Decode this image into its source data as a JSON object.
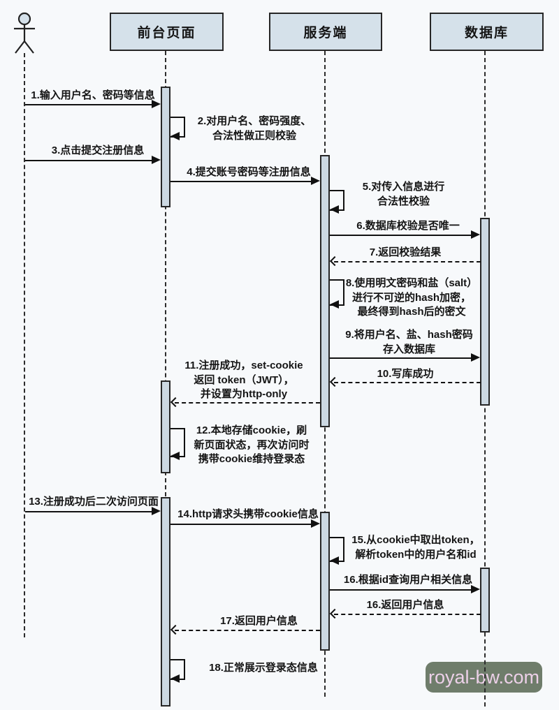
{
  "diagram": {
    "type": "uml-sequence",
    "participants": [
      {
        "id": "user",
        "kind": "actor",
        "label": ""
      },
      {
        "id": "frontend",
        "kind": "object",
        "label": "前台页面"
      },
      {
        "id": "server",
        "kind": "object",
        "label": "服务端"
      },
      {
        "id": "database",
        "kind": "object",
        "label": "数据库"
      }
    ],
    "messages": [
      {
        "num": "1",
        "from": "user",
        "to": "frontend",
        "style": "solid",
        "label": "1.输入用户名、密码等信息"
      },
      {
        "num": "2",
        "from": "frontend",
        "to": "frontend",
        "style": "self",
        "label": "2.对用户名、密码强度、\n合法性做正则校验"
      },
      {
        "num": "3",
        "from": "user",
        "to": "frontend",
        "style": "solid",
        "label": "3.点击提交注册信息"
      },
      {
        "num": "4",
        "from": "frontend",
        "to": "server",
        "style": "solid",
        "label": "4.提交账号密码等注册信息"
      },
      {
        "num": "5",
        "from": "server",
        "to": "server",
        "style": "self",
        "label": "5.对传入信息进行\n合法性校验"
      },
      {
        "num": "6",
        "from": "server",
        "to": "database",
        "style": "solid",
        "label": "6.数据库校验是否唯一"
      },
      {
        "num": "7",
        "from": "database",
        "to": "server",
        "style": "dashed",
        "label": "7.返回校验结果"
      },
      {
        "num": "8",
        "from": "server",
        "to": "server",
        "style": "self",
        "label": "8.使用明文密码和盐（salt）\n进行不可逆的hash加密，\n最终得到hash后的密文"
      },
      {
        "num": "9",
        "from": "server",
        "to": "database",
        "style": "solid",
        "label": "9.将用户名、盐、hash密码\n存入数据库"
      },
      {
        "num": "10",
        "from": "database",
        "to": "server",
        "style": "dashed",
        "label": "10.写库成功"
      },
      {
        "num": "11",
        "from": "server",
        "to": "frontend",
        "style": "dashed",
        "label": "11.注册成功，set-cookie\n返回 token（JWT），\n并设置为http-only"
      },
      {
        "num": "12",
        "from": "frontend",
        "to": "frontend",
        "style": "self",
        "label": "12.本地存储cookie，刷\n新页面状态，再次访问时\n携带cookie维持登录态"
      },
      {
        "num": "13",
        "from": "user",
        "to": "frontend",
        "style": "solid",
        "label": "13.注册成功后二次访问页面"
      },
      {
        "num": "14",
        "from": "frontend",
        "to": "server",
        "style": "solid",
        "label": "14.http请求头携带cookie信息"
      },
      {
        "num": "15",
        "from": "server",
        "to": "server",
        "style": "self",
        "label": "15.从cookie中取出token，\n解析token中的用户名和id"
      },
      {
        "num": "16",
        "from": "server",
        "to": "database",
        "style": "solid",
        "label": "16.根据id查询用户相关信息"
      },
      {
        "num": "16",
        "from": "database",
        "to": "server",
        "style": "dashed",
        "label": "16.返回用户信息"
      },
      {
        "num": "17",
        "from": "server",
        "to": "frontend",
        "style": "dashed",
        "label": "17.返回用户信息"
      },
      {
        "num": "18",
        "from": "frontend",
        "to": "frontend",
        "style": "self",
        "label": "18.正常展示登录态信息"
      }
    ],
    "colors": {
      "background": "#f7f9fb",
      "box_fill": "#d5e1ea",
      "bar_fill": "#ccd8e2",
      "line": "#111111",
      "watermark_bg": "#6f7d6b",
      "watermark_text": "#ecd0e8"
    },
    "watermark": {
      "text": "royal-bw.com"
    }
  }
}
